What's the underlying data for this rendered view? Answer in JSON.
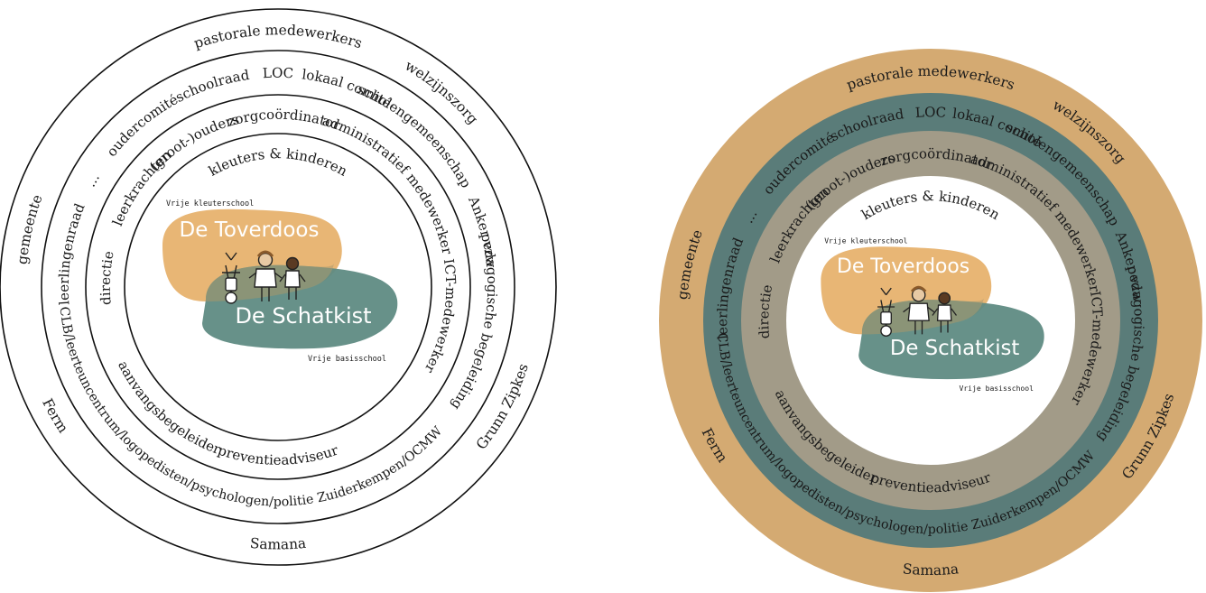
{
  "colors": {
    "outer_ring": "#d4aa72",
    "middle_ring": "#5a7c79",
    "inner_ring": "#a29b88",
    "logo_orange": "#e8b675",
    "logo_teal": "#5f8b83",
    "line": "#111111"
  },
  "rings": {
    "outer": [
      "pastorale medewerkers",
      "welzijnszorg",
      "Grunn Zipkes",
      "Samana",
      "Ferm",
      "gemeente"
    ],
    "middle": [
      "...",
      "oudercomité",
      "schoolraad",
      "LOC",
      "lokaal comité",
      "scholengemeenschap",
      "Anker vzw",
      "pedagogische begeleiding",
      "CLB/leerteuncentrum/logopedisten/psychologen/politie Zuiderkempen/OCMW",
      "leerlingenraad"
    ],
    "inner": [
      "(groot-)ouders",
      "zorgcoördinator",
      "administratief medewerker",
      "ICT-medewerker",
      "preventieadviseur",
      "aanvangsbegeleider",
      "directie",
      "leerkrachten"
    ],
    "center": "kleuters & kinderen"
  },
  "logo": {
    "top_tag": "Vrije kleuterschool",
    "top_name": "De Toverdoos",
    "bottom_name": "De Schatkist",
    "bottom_tag": "Vrije basisschool",
    "figure_icon": "children-illustration"
  },
  "diagrams": [
    {
      "id": "outline-version",
      "filled": false
    },
    {
      "id": "colored-version",
      "filled": true
    }
  ]
}
